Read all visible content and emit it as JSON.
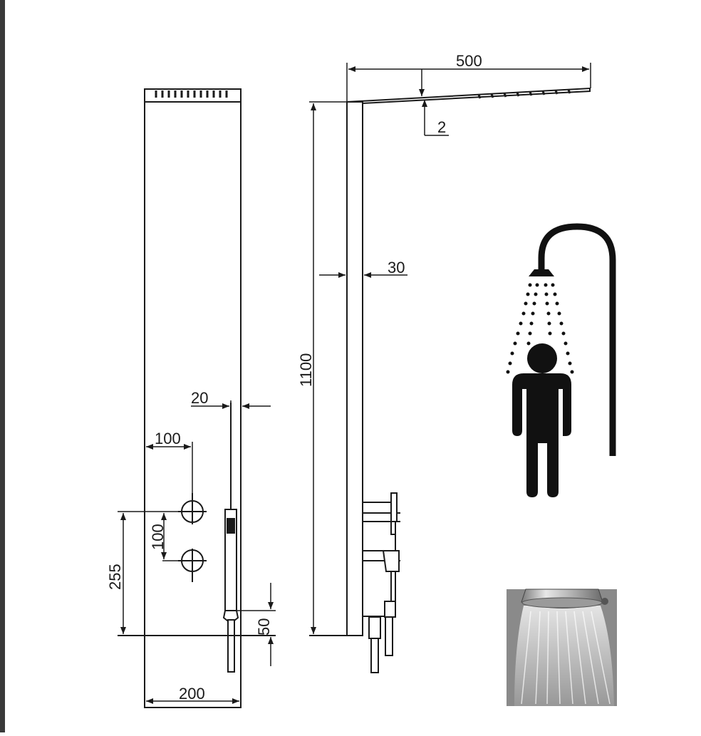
{
  "drawing": {
    "dimensions": {
      "overall_depth": "500",
      "head_thickness": "2",
      "panel_height": "1100",
      "panel_thickness": "30",
      "hand_shower_offset": "20",
      "valve_offset": "100",
      "valve_spacing": "100",
      "valve_height": "255",
      "outlet_height": "50",
      "panel_width": "200"
    }
  },
  "colors": {
    "line": "#1a1a1a",
    "pictogram": "#111111",
    "frame": "#3a3a3a",
    "photo_background": "#8a8a8a"
  },
  "icons": {
    "pictogram": "person-showering-icon",
    "photo": "shower-head-water-photo"
  }
}
